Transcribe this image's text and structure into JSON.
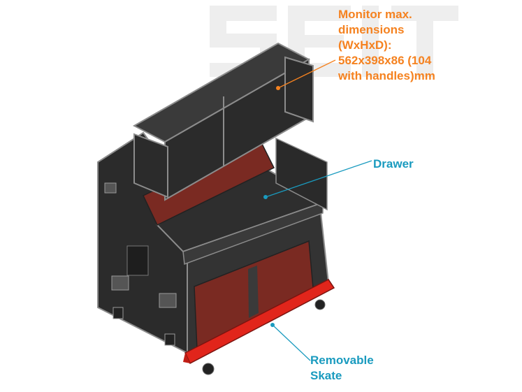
{
  "colors": {
    "monitor_annotation": "#f58220",
    "drawer_annotation": "#1a9bbf",
    "skate_annotation": "#1a9bbf",
    "case_body": "#2b2b2b",
    "case_edge": "#8c8c8c",
    "interior": "#7a2a22",
    "skate": "#e1251b",
    "watermark": "#ececec"
  },
  "annotations": {
    "monitor": {
      "lines": [
        "Monitor max.",
        "dimensions",
        "(WxHxD):",
        "562x398x86 (104",
        "with handles)mm"
      ]
    },
    "drawer": {
      "lines": [
        "Drawer"
      ]
    },
    "skate": {
      "lines": [
        "Removable",
        "Skate"
      ]
    }
  },
  "icons": {
    "watermark": "logo-watermark-icon",
    "case": "flight-case-drawing-icon"
  }
}
